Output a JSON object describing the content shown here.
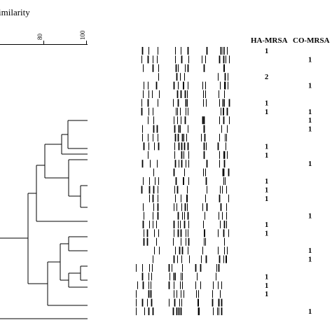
{
  "title": "imilarity",
  "scale_ticks": [
    "80",
    "100"
  ],
  "columns": {
    "ha": "HA-MRSA",
    "co": "CO-MRSA"
  },
  "rows": [
    {
      "ha": "1",
      "co": ""
    },
    {
      "ha": "",
      "co": "1"
    },
    {
      "ha": "",
      "co": ""
    },
    {
      "ha": "2",
      "co": ""
    },
    {
      "ha": "",
      "co": "1"
    },
    {
      "ha": "",
      "co": ""
    },
    {
      "ha": "1",
      "co": ""
    },
    {
      "ha": "1",
      "co": "1"
    },
    {
      "ha": "",
      "co": "1"
    },
    {
      "ha": "",
      "co": "1"
    },
    {
      "ha": "",
      "co": ""
    },
    {
      "ha": "1",
      "co": ""
    },
    {
      "ha": "1",
      "co": ""
    },
    {
      "ha": "",
      "co": "1"
    },
    {
      "ha": "",
      "co": ""
    },
    {
      "ha": "1",
      "co": ""
    },
    {
      "ha": "1",
      "co": ""
    },
    {
      "ha": "1",
      "co": ""
    },
    {
      "ha": "",
      "co": ""
    },
    {
      "ha": "",
      "co": "1"
    },
    {
      "ha": "1",
      "co": ""
    },
    {
      "ha": "1",
      "co": ""
    },
    {
      "ha": "",
      "co": ""
    },
    {
      "ha": "",
      "co": "1"
    },
    {
      "ha": "",
      "co": "1"
    },
    {
      "ha": "",
      "co": ""
    },
    {
      "ha": "1",
      "co": ""
    },
    {
      "ha": "1",
      "co": ""
    },
    {
      "ha": "1",
      "co": ""
    },
    {
      "ha": "",
      "co": ""
    },
    {
      "ha": "",
      "co": "1"
    }
  ]
}
